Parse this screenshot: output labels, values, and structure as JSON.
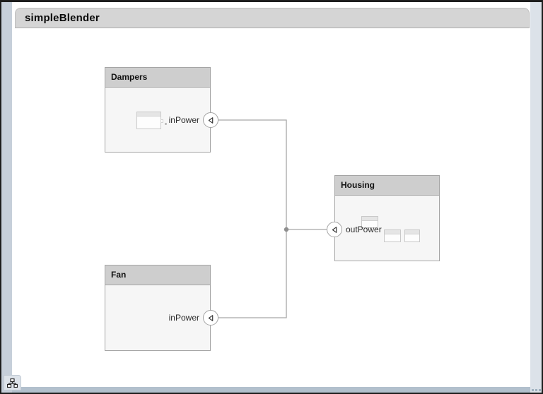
{
  "diagram": {
    "title": "simpleBlender",
    "components": [
      {
        "name": "Dampers",
        "has_preview": true,
        "ports": [
          {
            "name": "inPower",
            "side": "right",
            "kind": "physical-conserving"
          }
        ]
      },
      {
        "name": "Fan",
        "has_preview": false,
        "ports": [
          {
            "name": "inPower",
            "side": "right",
            "kind": "physical-conserving"
          }
        ]
      },
      {
        "name": "Housing",
        "has_preview": true,
        "ports": [
          {
            "name": "outPower",
            "side": "left",
            "kind": "physical-conserving"
          }
        ]
      }
    ],
    "connections": [
      {
        "from": "Housing.outPower",
        "to": "Dampers.inPower"
      },
      {
        "from": "Housing.outPower",
        "to": "Fan.inPower"
      }
    ]
  },
  "icons": {
    "bottom_left": "hierarchy-icon",
    "port_glyph": "left-triangle-icon"
  },
  "colors": {
    "frame_band_left": "#c6cfda",
    "frame_band_right": "#dce2e9",
    "frame_band_bottom": "#b2c0cd",
    "canvas": "#ffffff",
    "titlebar_bg": "#d5d5d5",
    "component_header_bg": "#cecece",
    "component_body_bg": "#f6f6f6",
    "component_border": "#a5a5a5",
    "connector": "#a8a8a8"
  }
}
